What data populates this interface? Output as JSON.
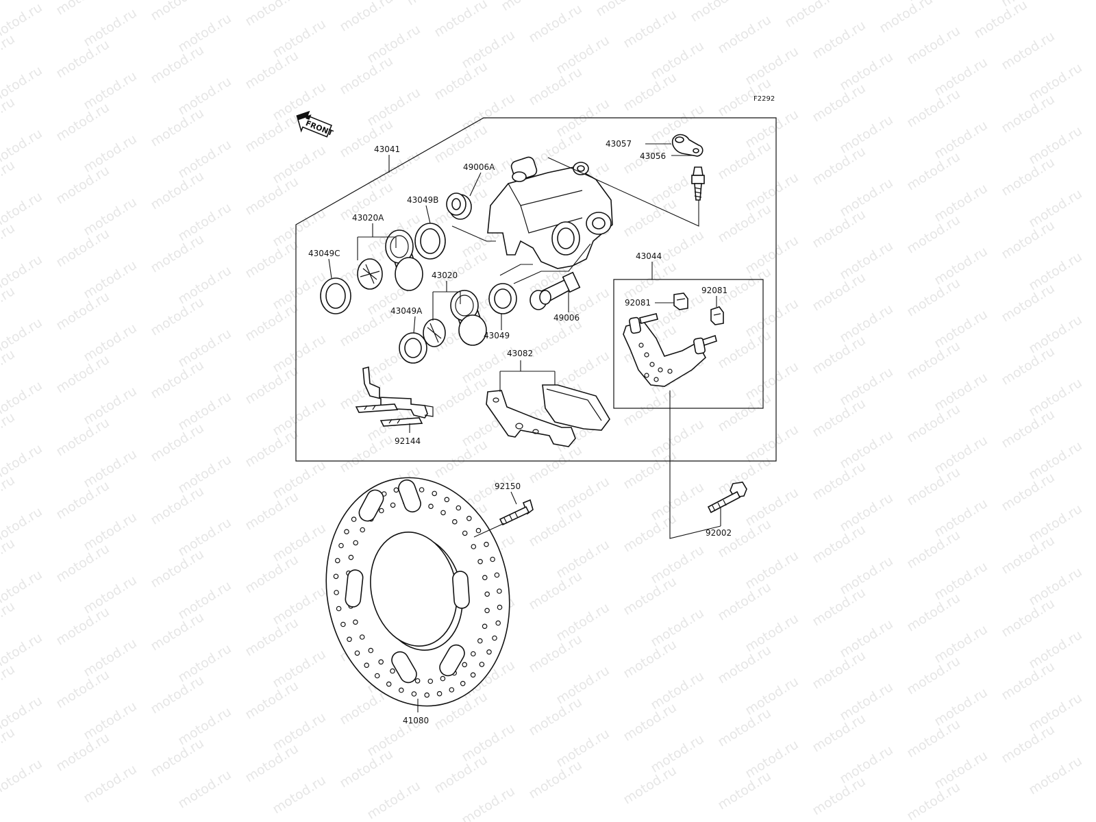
{
  "diagram": {
    "code": "F2292",
    "direction_label": "FRONT",
    "watermark": "motod.ru",
    "parts": {
      "p43041": "43041",
      "p49006A": "49006A",
      "p43049B": "43049B",
      "p43020A": "43020A",
      "p43049C": "43049C",
      "p43020": "43020",
      "p43049A": "43049A",
      "p43049": "43049",
      "p49006": "49006",
      "p43057": "43057",
      "p43056": "43056",
      "p43044": "43044",
      "p92081a": "92081",
      "p92081b": "92081",
      "p43082": "43082",
      "p92144": "92144",
      "p92150": "92150",
      "p92002": "92002",
      "p41080": "41080"
    }
  }
}
